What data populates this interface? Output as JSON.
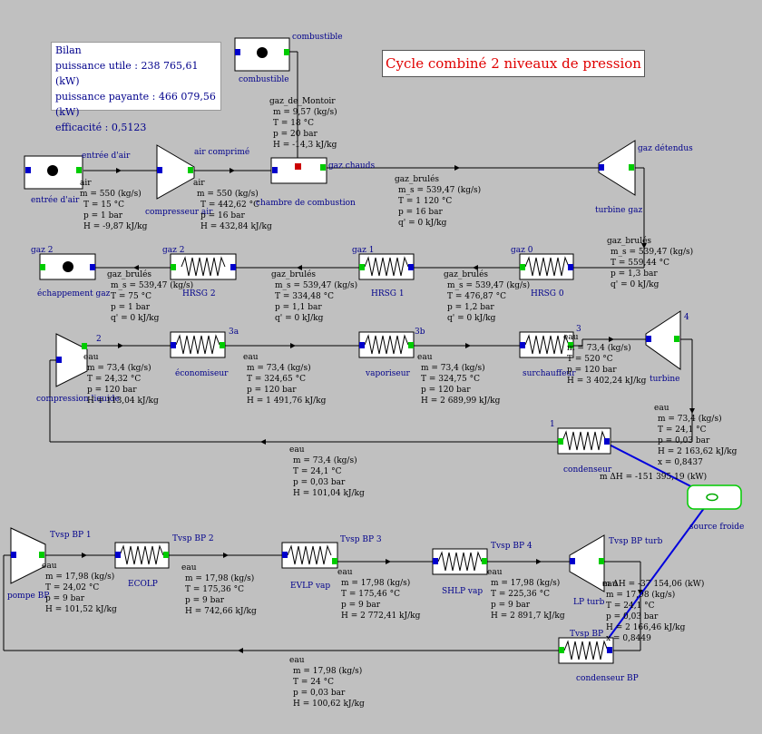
{
  "bilan": {
    "title": "Bilan",
    "useful": "puissance  utile : 238 765,61 (kW)",
    "paid": "puissance payante : 466 079,56 (kW)",
    "eff": "efficacité : 0,5123"
  },
  "title": "Cycle combiné 2 niveaux de pression",
  "colors": {
    "port_in": "#0000cc",
    "port_out": "#00cc00",
    "flame": "#cc0000",
    "heat": "#0000dd",
    "source": "#00dd00"
  },
  "labels": {
    "combustible_top": "combustible",
    "combustible_bottom": "combustible",
    "entree_air_top": "entrée d'air",
    "entree_air_bottom": "entrée d'air",
    "air1": "air",
    "air_comprime": "air comprimé",
    "air2": "air",
    "compresseur_air": "compresseur air",
    "chambre": "chambre de combustion",
    "gaz_chauds": "gaz chauds",
    "gaz_detendus": "gaz détendus",
    "turbine_gaz": "turbine gaz",
    "gaz2_top": "gaz 2",
    "echappement": "échappement gaz",
    "gaz2b": "gaz 2",
    "hrsg2": "HRSG 2",
    "gaz1": "gaz 1",
    "hrsg1": "HRSG 1",
    "gaz0": "gaz 0",
    "hrsg0": "HRSG 0",
    "n2": "2",
    "n3a": "3a",
    "n3b": "3b",
    "n3": "3",
    "n4": "4",
    "n1": "1",
    "compression_liquide": "compression liquide",
    "economiseur": "économiseur",
    "vaporiseur": "vaporiseur",
    "surchauffeur": "surchauffeur",
    "turbine": "turbine",
    "condenseur": "condenseur",
    "source_froide": "source froide",
    "tvsp_bp1": "Tvsp BP 1",
    "pompe_bp": "pompe BP",
    "tvsp_bp2": "Tvsp BP 2",
    "ecolp": "ECOLP",
    "tvsp_bp3": "Tvsp BP 3",
    "evlp": "EVLP vap",
    "tvsp_bp4": "Tvsp BP 4",
    "shlp": "SHLP vap",
    "tvsp_bp_turb": "Tvsp BP turb",
    "lp_turb": "LP turb",
    "tvsp_bp": "Tvsp BP",
    "condenseur_bp": "condenseur BP"
  },
  "states": {
    "fuel": [
      "gaz_de_Montoir",
      "m = 9,57 (kg/s)",
      "T = 18 °C",
      "p = 20 bar",
      "H = -14,3 kJ/kg"
    ],
    "air1": [
      "m = 550 (kg/s)",
      "T = 15 °C",
      "p = 1 bar",
      "H = -9,87 kJ/kg"
    ],
    "air2": [
      "m = 550 (kg/s)",
      "T = 442,62 °C",
      "p = 16 bar",
      "H = 432,84 kJ/kg"
    ],
    "gaz_chauds": [
      "gaz_brulés",
      "m_s = 539,47 (kg/s)",
      "T = 1 120 °C",
      "p = 16 bar",
      "q' = 0 kJ/kg"
    ],
    "gaz_detendus": [
      "gaz_brulés",
      "m_s = 539,47 (kg/s)",
      "T = 559,44 °C",
      "p = 1,3 bar",
      "q' = 0 kJ/kg"
    ],
    "gaz0": [
      "gaz_brulés",
      "m_s = 539,47 (kg/s)",
      "T = 476,87 °C",
      "p = 1,2 bar",
      "q' = 0 kJ/kg"
    ],
    "gaz1": [
      "gaz_brulés",
      "m_s = 539,47 (kg/s)",
      "T = 334,48 °C",
      "p = 1,1 bar",
      "q' = 0 kJ/kg"
    ],
    "gaz2": [
      "gaz_brulés",
      "m_s = 539,47 (kg/s)",
      "T = 75 °C",
      "p = 1 bar",
      "q' = 0 kJ/kg"
    ],
    "s2": [
      "eau",
      "m = 73,4 (kg/s)",
      "T = 24,32 °C",
      "p = 120 bar",
      "H = 113,04 kJ/kg"
    ],
    "s3a": [
      "eau",
      "m = 73,4 (kg/s)",
      "T = 324,65 °C",
      "p = 120 bar",
      "H = 1 491,76 kJ/kg"
    ],
    "s3b": [
      "eau",
      "m = 73,4 (kg/s)",
      "T = 324,75 °C",
      "p = 120 bar",
      "H = 2 689,99 kJ/kg"
    ],
    "s3": [
      "eau",
      "m = 73,4 (kg/s)",
      "T = 520 °C",
      "p = 120 bar",
      "H = 3 402,24 kJ/kg"
    ],
    "s4": [
      "eau",
      "m = 73,4 (kg/s)",
      "T = 24,1 °C",
      "p = 0,03 bar",
      "H = 2 163,62 kJ/kg",
      "x = 0,8437"
    ],
    "cond_heat": "m ΔH = -151 395,19 (kW)",
    "s1": [
      "eau",
      "m = 73,4 (kg/s)",
      "T = 24,1 °C",
      "p = 0,03 bar",
      "H = 101,04 kJ/kg"
    ],
    "bp1": [
      "eau",
      "m = 17,98 (kg/s)",
      "T = 24,02 °C",
      "p = 9 bar",
      "H = 101,52 kJ/kg"
    ],
    "bp2": [
      "eau",
      "m = 17,98 (kg/s)",
      "T = 175,36 °C",
      "p = 9 bar",
      "H = 742,66 kJ/kg"
    ],
    "bp3": [
      "eau",
      "m = 17,98 (kg/s)",
      "T = 175,46 °C",
      "p = 9 bar",
      "H = 2 772,41 kJ/kg"
    ],
    "bp4": [
      "eau",
      "m = 17,98 (kg/s)",
      "T = 225,36 °C",
      "p = 9 bar",
      "H = 2 891,7 kJ/kg"
    ],
    "bpturb": [
      "eau",
      "m = 17,98 (kg/s)",
      "T = 24,1 °C",
      "p = 0,03 bar",
      "H = 2 166,46 kJ/kg",
      "x = 0,8449"
    ],
    "cond_bp_heat": "m ΔH = -37 154,06 (kW)",
    "bp": [
      "eau",
      "m = 17,98 (kg/s)",
      "T = 24 °C",
      "p = 0,03 bar",
      "H = 100,62 kJ/kg"
    ]
  }
}
